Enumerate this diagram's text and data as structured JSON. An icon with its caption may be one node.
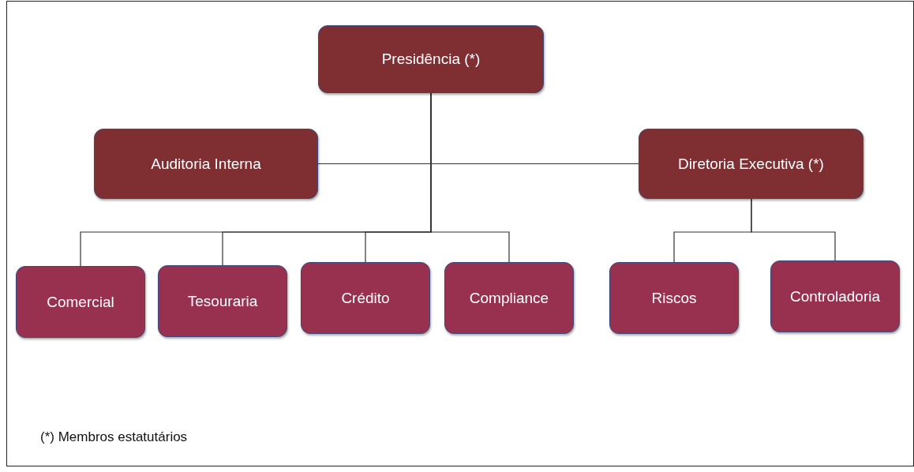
{
  "diagram": {
    "nodes": [
      {
        "text": [
          "Presidência (*)"
        ]
      },
      {
        "text": [
          "Auditoria Interna"
        ]
      },
      {
        "text": [
          "Diretoria Executiva (*)"
        ]
      },
      {
        "text": [
          "Comercial"
        ]
      },
      {
        "text": [
          "Tesouraria"
        ]
      },
      {
        "text": [
          "Crédito"
        ]
      },
      {
        "text": [
          "Compliance"
        ]
      },
      {
        "text": [
          "Riscos"
        ]
      },
      {
        "text": [
          "Controladoria"
        ]
      }
    ],
    "edges": [
      {
        "from": 0,
        "to": 1,
        "arrow": "none"
      },
      {
        "from": 0,
        "to": 2,
        "arrow": "none"
      },
      {
        "from": 0,
        "to": 3,
        "arrow": "none"
      },
      {
        "from": 0,
        "to": 4,
        "arrow": "none"
      },
      {
        "from": 0,
        "to": 5,
        "arrow": "none"
      },
      {
        "from": 0,
        "to": 6,
        "arrow": "none"
      },
      {
        "from": 2,
        "to": 7,
        "arrow": "none"
      },
      {
        "from": 2,
        "to": 8,
        "arrow": "none"
      }
    ],
    "labels": [
      "(*) Membros estatutários"
    ]
  }
}
